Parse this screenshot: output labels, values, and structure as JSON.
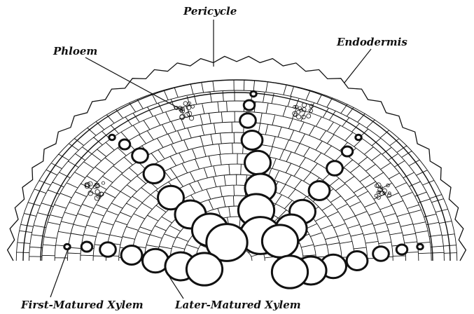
{
  "labels": {
    "pericycle": "Pericycle",
    "phloem": "Phloem",
    "endodermis": "Endodermis",
    "first_xylem": "First-Matured Xylem",
    "later_xylem": "Later-Matured Xylem"
  },
  "colors": {
    "ink": "#111111",
    "paper": "#ffffff"
  }
}
